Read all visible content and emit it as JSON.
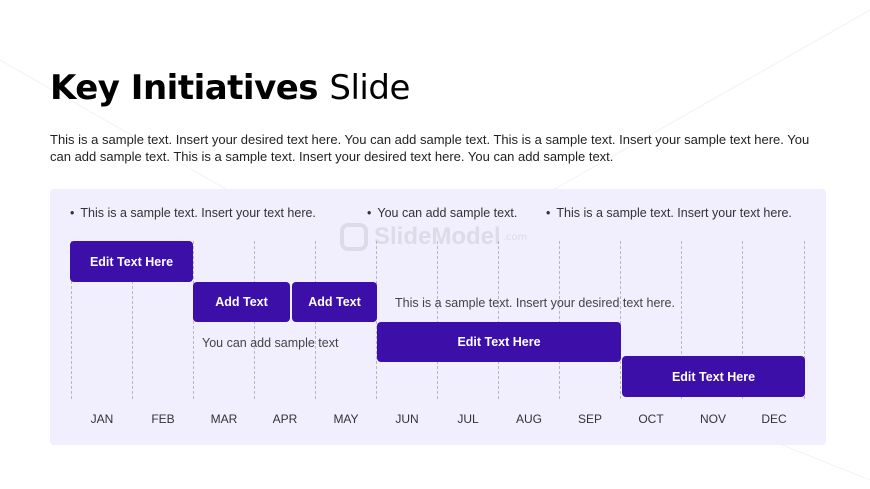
{
  "slide": {
    "title_bold": "Key Initiatives",
    "title_rest": "Slide",
    "description": "This is a sample text. Insert your desired text here. You can add sample text. This is a sample text. Insert your sample text here. You can add sample text. This is a sample text. Insert your desired text here. You can add sample text."
  },
  "timeline": {
    "bullets": [
      "This is a sample text. Insert your text here.",
      "You can add sample text.",
      "This is a sample text. Insert your text here."
    ],
    "bars": [
      {
        "label": "Edit Text Here",
        "start_month": "JAN",
        "end_month": "FEB"
      },
      {
        "label": "Add Text",
        "start_month": "MAR",
        "end_month": "APR"
      },
      {
        "label": "Add Text",
        "start_month": "APR",
        "end_month": "MAY"
      },
      {
        "label": "Edit Text Here",
        "start_month": "JUN",
        "end_month": "SEP"
      },
      {
        "label": "Edit Text Here",
        "start_month": "OCT",
        "end_month": "DEC"
      }
    ],
    "notes": [
      "This is a sample text. Insert your desired text here.",
      "You can add sample text"
    ],
    "months": [
      "JAN",
      "FEB",
      "MAR",
      "APR",
      "MAY",
      "JUN",
      "JUL",
      "AUG",
      "SEP",
      "OCT",
      "NOV",
      "DEC"
    ],
    "bar_color": "#3b0fa8",
    "panel_color": "#f1eefd"
  },
  "watermark": {
    "text": "SlideModel",
    "suffix": ".com"
  }
}
